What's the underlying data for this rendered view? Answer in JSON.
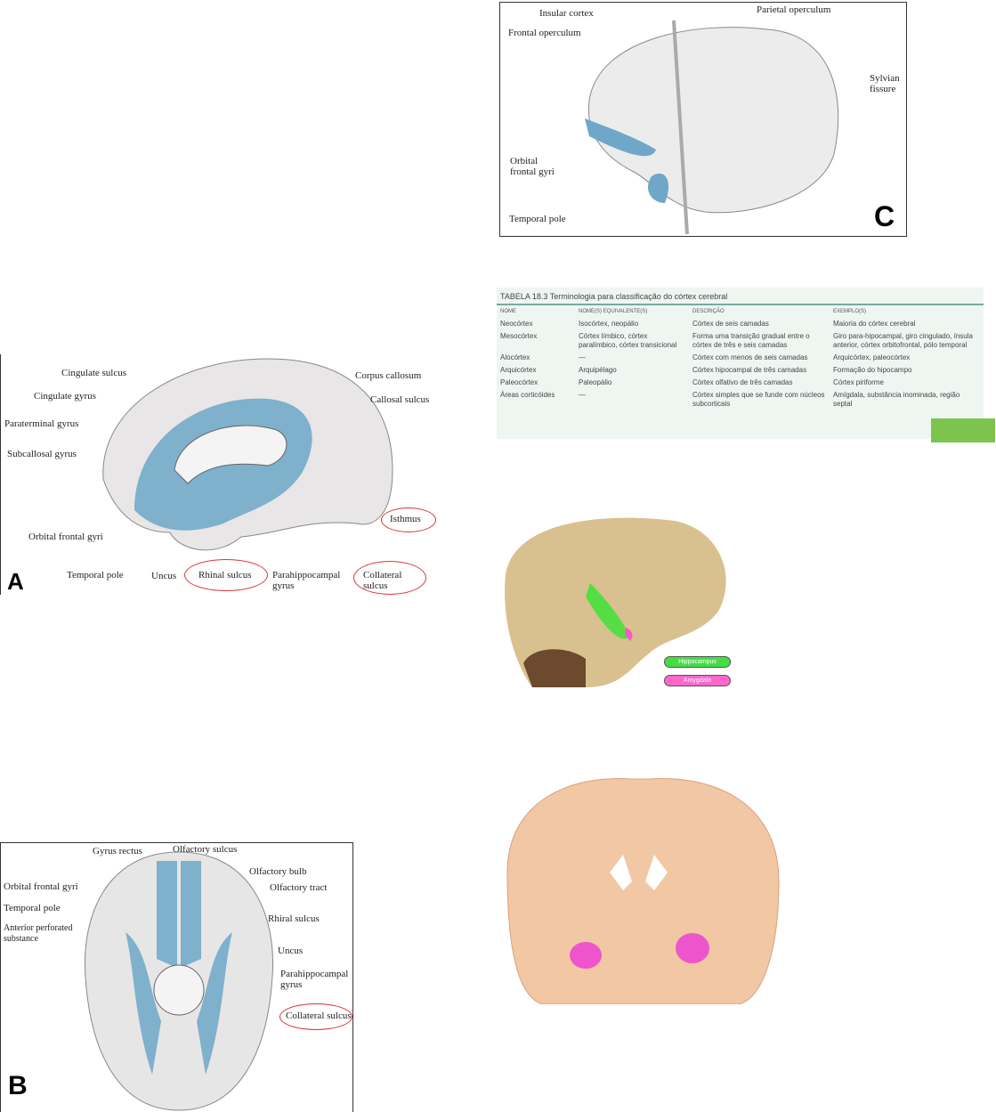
{
  "figure_a": {
    "letter": "A",
    "labels": [
      "Cingulate sulcus",
      "Cingulate gyrus",
      "Paraterminal gyrus",
      "Subcallosal gyrus",
      "Orbital frontal gyri",
      "Temporal pole",
      "Uncus",
      "Rhinal sulcus",
      "Parahippocampal gyrus",
      "Collateral sulcus",
      "Isthmus",
      "Callosal sulcus",
      "Corpus callosum"
    ]
  },
  "figure_b": {
    "letter": "B",
    "labels": [
      "Gyrus rectus",
      "Olfactory sulcus",
      "Olfactory bulb",
      "Olfactory tract",
      "Orbital frontal gyri",
      "Temporal pole",
      "Anterior perforated substance",
      "Rhiral sulcus",
      "Uncus",
      "Parahippocampal gyrus",
      "Collateral sulcus"
    ]
  },
  "figure_c": {
    "letter": "C",
    "labels": [
      "Insular cortex",
      "Frontal operculum",
      "Parietal operculum",
      "Sylvian fissure",
      "Orbital frontal gyri",
      "Temporal pole"
    ]
  },
  "table": {
    "title": "TABELA 18.3 Terminologia para classificação do córtex cerebral",
    "headers": [
      "NOME",
      "NOME(S) EQUIVALENTE(S)",
      "DESCRIÇÃO",
      "EXEMPLO(S)"
    ],
    "rows": [
      [
        "Neocórtex",
        "Isocórtex, neopálio",
        "Córtex de seis camadas",
        "Maioria do córtex cerebral"
      ],
      [
        "Mesocórtex",
        "Córtex límbico, córtex paralímbico, córtex transicional",
        "Forma uma transição gradual entre o córtex de três e seis camadas",
        "Giro para-hipocampal, giro cingulado, ínsula anterior, córtex orbitofrontal, pólo temporal"
      ],
      [
        "Alocórtex",
        "—",
        "Córtex com menos de seis camadas",
        "Arquicórtex, paleocórtex"
      ],
      [
        "Arquicórtex",
        "Arquipélago",
        "Córtex hipocampal de três camadas",
        "Formação do hipocampo"
      ],
      [
        "Paleocórtex",
        "Paleopálio",
        "Córtex olfativo de três camadas",
        "Córtex piriforme"
      ],
      [
        "Áreas corticóides",
        "—",
        "Córtex simples que se funde com núcleos subcorticais",
        "Amígdala, substância inominada, região septal"
      ]
    ]
  },
  "photo": {
    "tags": [
      "Hippocampus",
      "Amygdala"
    ],
    "colors": {
      "hippocampus": "#44dd44",
      "amygdala": "#ff66cc"
    }
  }
}
